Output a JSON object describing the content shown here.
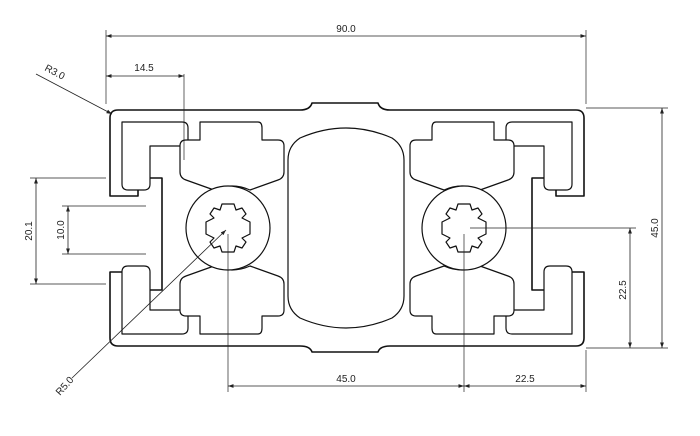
{
  "drawing": {
    "dimensions": {
      "overall_width": "90.0",
      "slot_width": "14.5",
      "radius_corner": "R3.0",
      "radius_bore": "R5.0",
      "slot_opening": "20.1",
      "slot_neck": "10.0",
      "overall_height": "45.0",
      "half_height": "22.5",
      "center_spacing": "45.0",
      "edge_to_center": "22.5"
    }
  }
}
